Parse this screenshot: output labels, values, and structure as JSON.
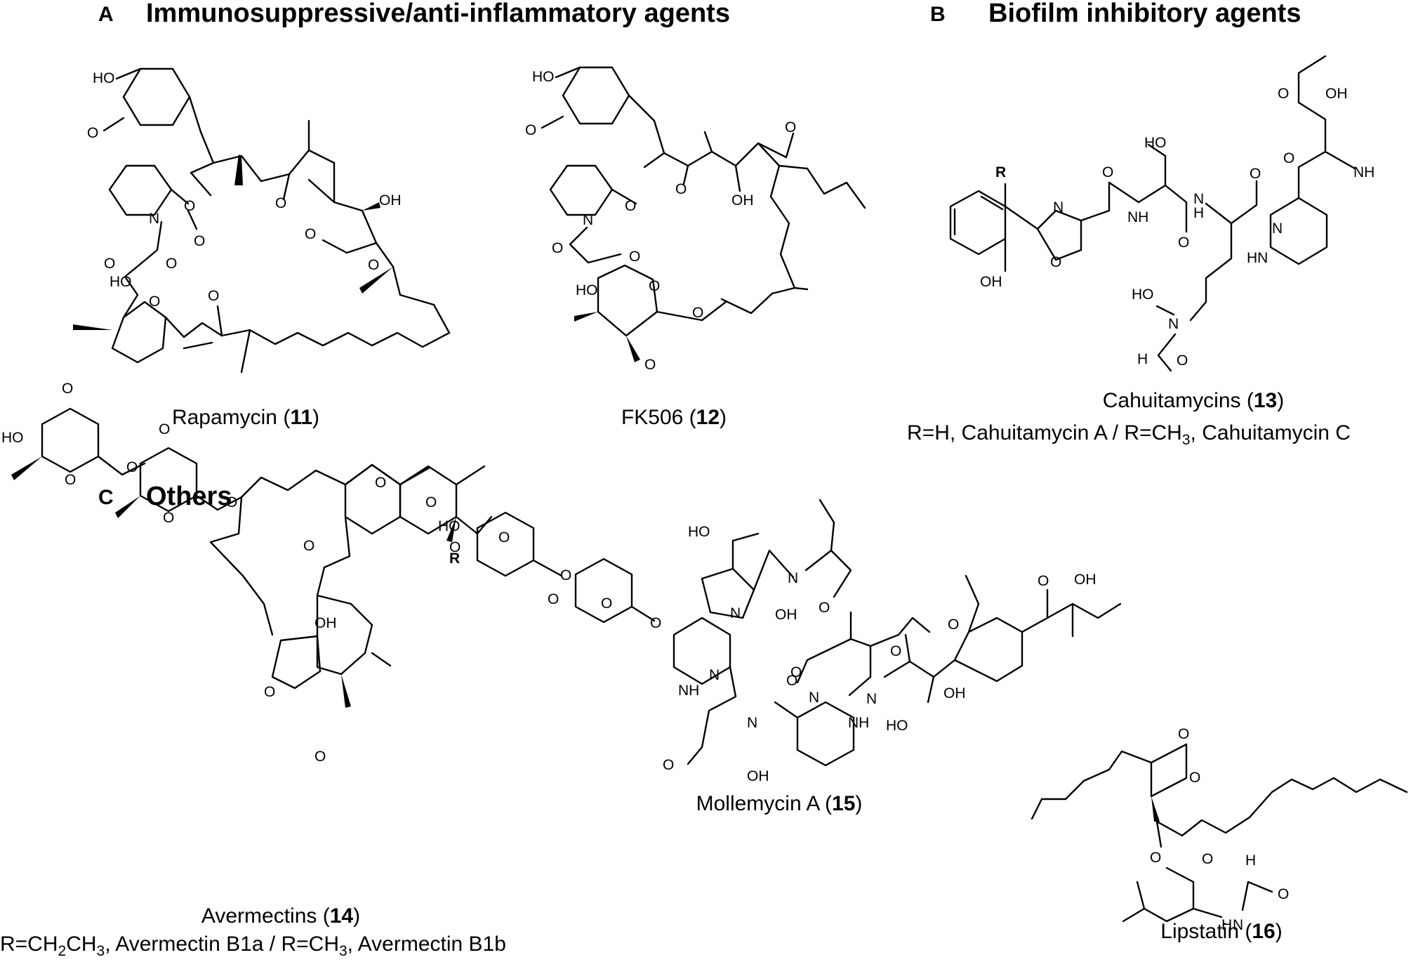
{
  "panels": {
    "a": {
      "letter": "A",
      "heading": "Immunosuppressive/anti-inflammatory agents"
    },
    "b": {
      "letter": "B",
      "heading": "Biofilm inhibitory agents"
    },
    "c": {
      "letter": "C",
      "heading": "Others"
    }
  },
  "compounds": {
    "rapamycin": {
      "name": "Rapamycin",
      "number": "11"
    },
    "fk506": {
      "name": "FK506",
      "number": "12"
    },
    "cahuitamycins": {
      "name": "Cahuitamycins",
      "number": "13",
      "note_a": "R=H, Cahuitamycin A / R=CH",
      "note_sub": "3",
      "note_b": ", Cahuitamycin C"
    },
    "avermectins": {
      "name": "Avermectins",
      "number": "14",
      "note_a": "R=CH",
      "note_sub1": "2",
      "note_b": "CH",
      "note_sub2": "3",
      "note_c": ", Avermectin B1a / R=CH",
      "note_sub3": "3",
      "note_d": ", Avermectin B1b"
    },
    "mollemycin": {
      "name": "Mollemycin A",
      "number": "15"
    },
    "lipstatin": {
      "name": "Lipstatin",
      "number": "16"
    }
  },
  "atom_labels": {
    "ho": "HO",
    "oh": "OH",
    "o": "O",
    "n": "N",
    "nh": "NH",
    "hn": "HN",
    "h": "H",
    "r": "R"
  }
}
